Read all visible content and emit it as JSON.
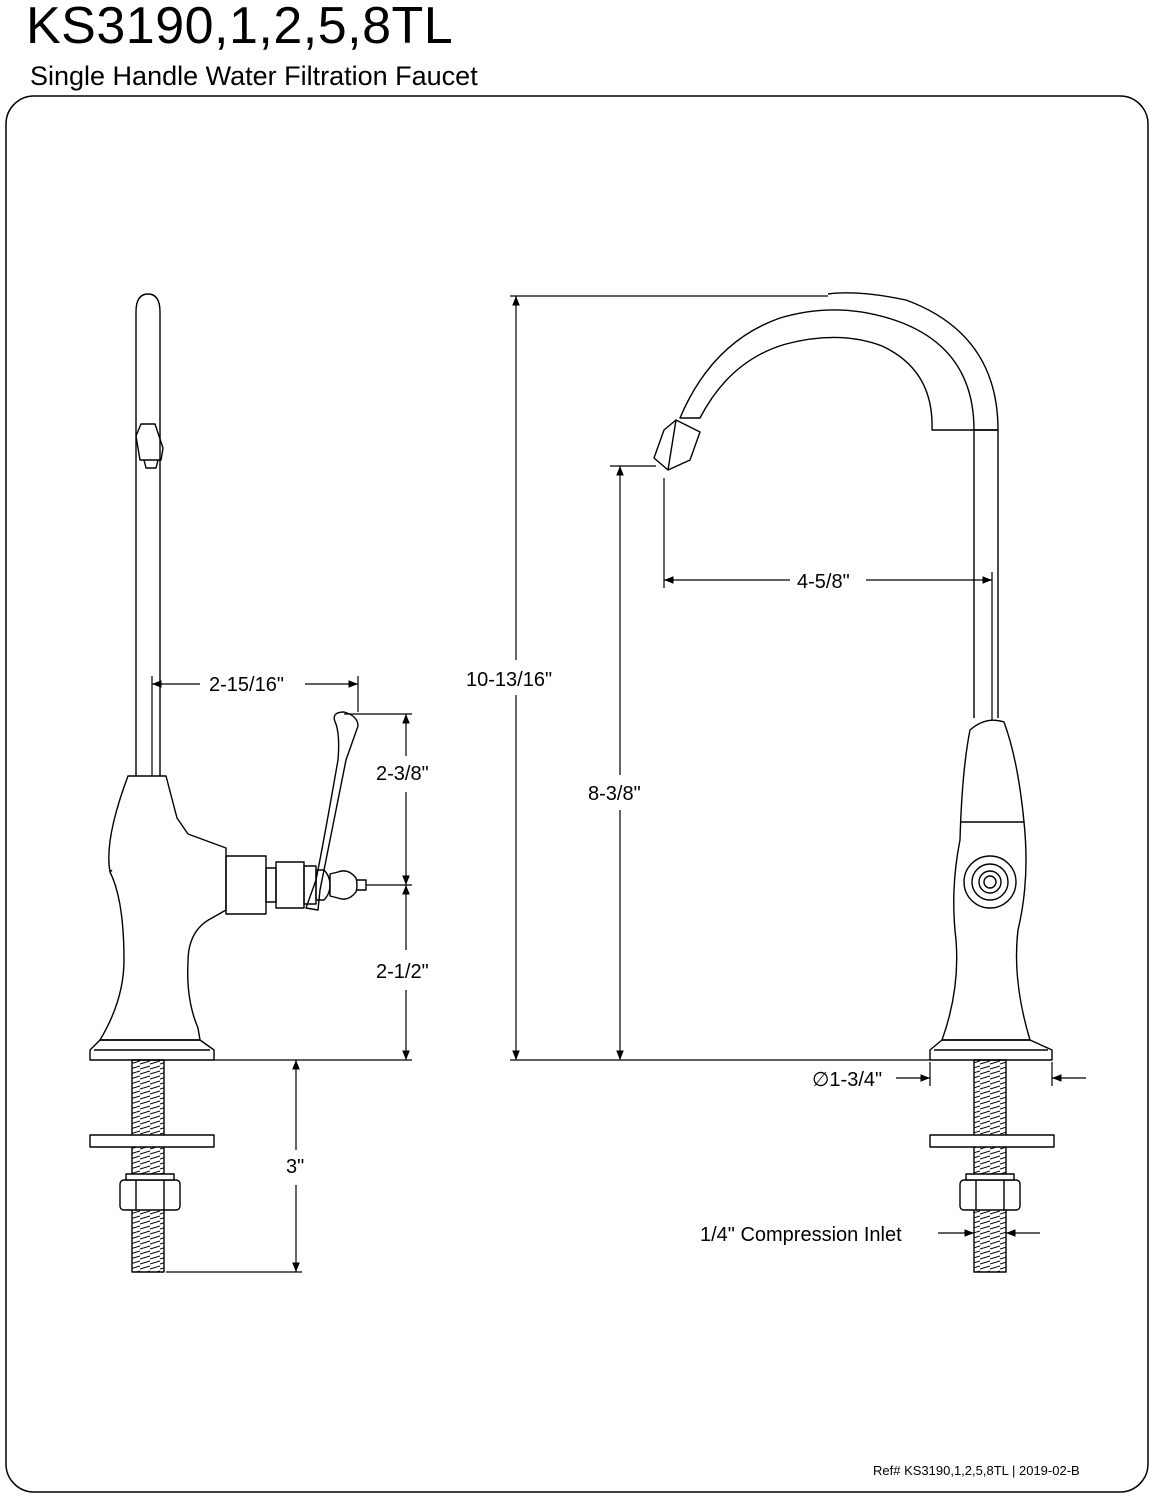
{
  "header": {
    "model": "KS3190,1,2,5,8TL",
    "description": "Single Handle Water Filtration Faucet"
  },
  "dimensions": {
    "handle_reach": "2-15/16\"",
    "handle_height": "2-3/8\"",
    "handle_axis_height": "2-1/2\"",
    "shank_length": "3\"",
    "overall_height": "10-13/16\"",
    "spout_height": "8-3/8\"",
    "spout_reach": "4-5/8\"",
    "base_diameter": "∅1-3/4\"",
    "inlet": "1/4\" Compression Inlet"
  },
  "footer": {
    "reference": "Ref# KS3190,1,2,5,8TL | 2019-02-B"
  }
}
